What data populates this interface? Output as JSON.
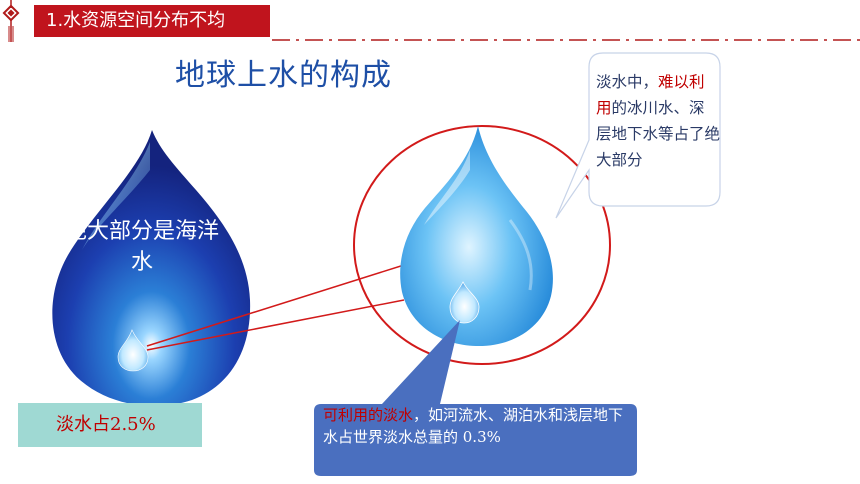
{
  "header": {
    "section_label": "1.水资源空间分布不均"
  },
  "title": "地球上水的构成",
  "ocean_drop": {
    "label": "绝大部分是海洋水"
  },
  "fresh_box": {
    "label": "淡水占2.5%"
  },
  "callout_right": {
    "part1": "淡水中，",
    "part2_red": "难以利用",
    "part3": "的冰川水、深层地下水等占了绝大部分"
  },
  "callout_bottom": {
    "part1_red": "可利用的淡水",
    "part2": "，如河流水、湖泊水和浅层地下水占世界淡水总量的 0.3%"
  },
  "colors": {
    "header_red": "#c0141d",
    "title_blue": "#1e4fa6",
    "highlight_red": "#c00000",
    "box_teal": "#9fd9d3",
    "callout_blue": "#4a6fbf"
  },
  "icons": [
    "chinese-knot-icon"
  ]
}
